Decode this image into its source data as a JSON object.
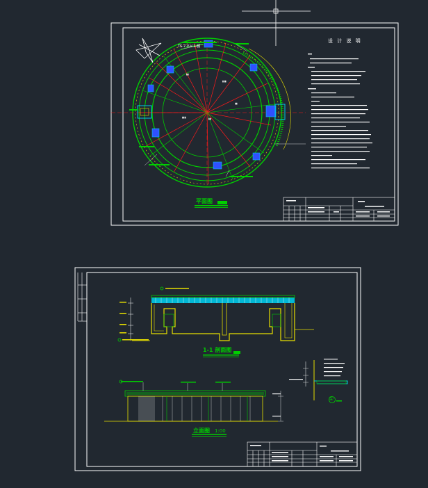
{
  "sheet1": {
    "plan_title": "平面图",
    "notes_title": "设 计 说 明",
    "plan_callout_top": "TS-7-V-V-1-弧 "
  },
  "sheet2": {
    "section_title": "1-1 剖面图",
    "elevation_title": "立面图",
    "elevation_scale": "1:00",
    "detail_number": "①"
  },
  "colors": {
    "background": "#212830",
    "frame": "#ffffff",
    "green": "#00d000",
    "yellow": "#e8e000",
    "red": "#ff1a1a",
    "cyan": "#00c8e8",
    "magenta": "#d000d0",
    "blue": "#3050ff"
  },
  "icons": [
    "crosshair-cursor-icon",
    "north-arrow-icon"
  ]
}
